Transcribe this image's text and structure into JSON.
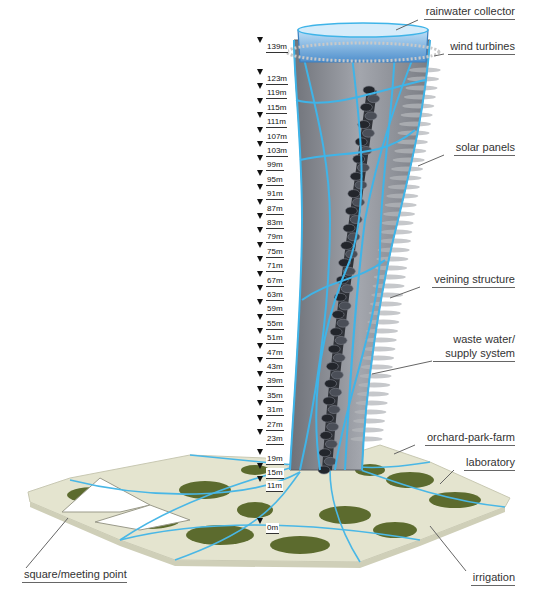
{
  "diagram": {
    "labels": [
      "139m",
      "123m",
      "119m",
      "115m",
      "111m",
      "107m",
      "103m",
      "99m",
      "95m",
      "91m",
      "87m",
      "83m",
      "79m",
      "75m",
      "71m",
      "67m",
      "63m",
      "59m",
      "55m",
      "51m",
      "47m",
      "43m",
      "39m",
      "35m",
      "31m",
      "27m",
      "23m",
      "19m",
      "15m",
      "11m",
      "0m",
      "rainwater collector",
      "wind turbines",
      "solar panels",
      "veining structure",
      "waste water/ supply system",
      "orchard-park-farm",
      "laboratory",
      "square/meeting point",
      "irrigation"
    ]
  }
}
